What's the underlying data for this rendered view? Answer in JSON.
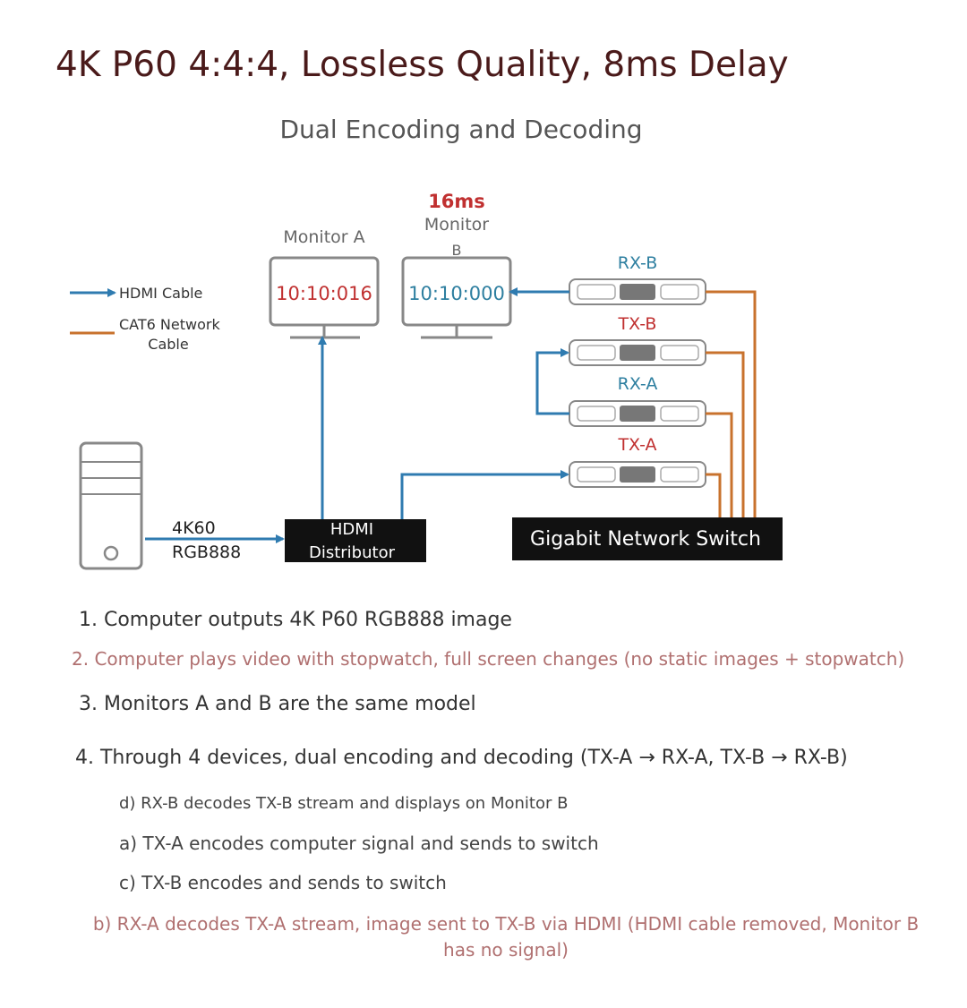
{
  "header": {
    "title": "4K P60 4:4:4, Lossless Quality, 8ms Delay",
    "subtitle": "Dual Encoding and Decoding"
  },
  "diagram": {
    "legend": {
      "hdmi": "HDMI Cable",
      "cat6_line1": "CAT6 Network",
      "cat6_line2": "Cable"
    },
    "delay_label": "16ms",
    "monitor_a": {
      "label": "Monitor A",
      "time": "10:10:016"
    },
    "monitor_b": {
      "label_line1": "Monitor",
      "label_line2": "B",
      "time": "10:10:000"
    },
    "devices": {
      "rx_b": "RX-B",
      "tx_b": "TX-B",
      "rx_a": "RX-A",
      "tx_a": "TX-A"
    },
    "source": {
      "line1": "4K60",
      "line2": "RGB888"
    },
    "distributor": {
      "line1": "HDMI",
      "line2": "Distributor"
    },
    "switch": "Gigabit Network Switch",
    "colors": {
      "hdmi": "#2f7bb0",
      "cat6": "#c8722d",
      "teal_label": "#2e7fa0",
      "red_label": "#c03030"
    }
  },
  "steps": [
    "1. Computer outputs 4K P60 RGB888 image",
    "2. Computer plays video with stopwatch, full screen changes (no static images + stopwatch)",
    "3. Monitors A and B are the same model",
    "4. Through 4 devices, dual encoding and decoding (TX-A → RX-A, TX-B → RX-B)"
  ],
  "substeps": {
    "d": "d) RX-B decodes TX-B stream and displays on Monitor B",
    "a": "a) TX-A encodes computer signal and sends to switch",
    "c": "c) TX-B encodes and sends to switch",
    "b": "b) RX-A decodes TX-A stream, image sent to TX-B via HDMI (HDMI cable removed, Monitor B has no signal)"
  }
}
